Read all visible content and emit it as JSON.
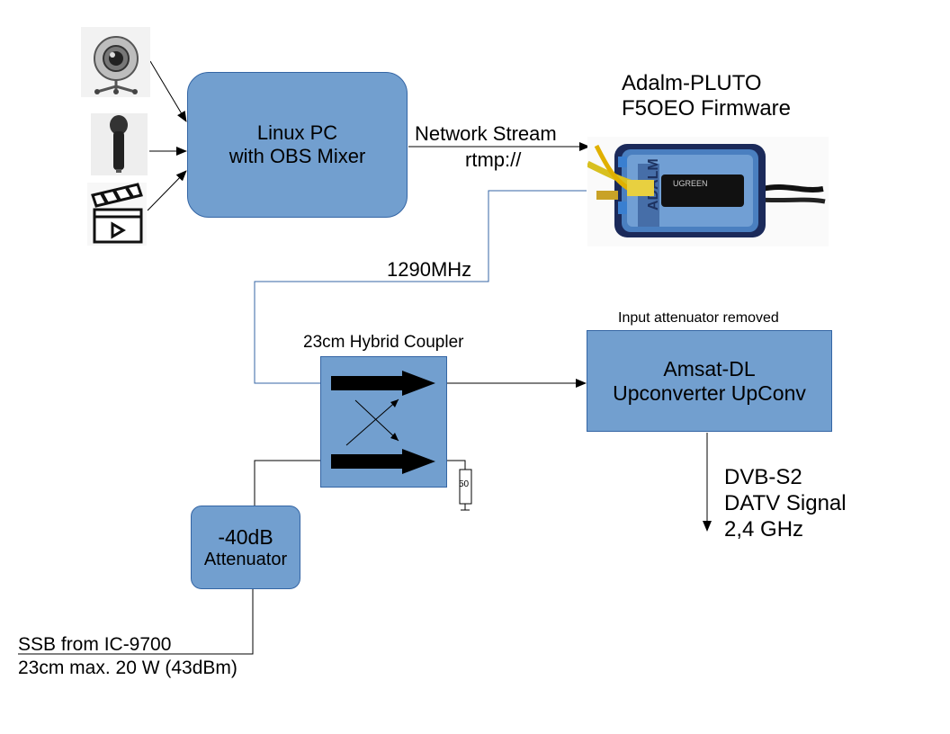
{
  "pc": {
    "line1": "Linux PC",
    "line2": "with OBS Mixer"
  },
  "network": {
    "line1": "Network Stream",
    "line2": "rtmp://"
  },
  "pluto": {
    "line1": "Adalm-PLUTO",
    "line2": "F5OEO Firmware",
    "brand": "UGREEN",
    "device_label": "ADALM"
  },
  "freq_label": "1290MHz",
  "coupler": {
    "title": "23cm Hybrid Coupler",
    "termination": "50"
  },
  "upconverter": {
    "note": "Input attenuator removed",
    "line1": "Amsat-DL",
    "line2": "Upconverter UpConv"
  },
  "output": {
    "line1": "DVB-S2",
    "line2": "DATV Signal",
    "line3": "2,4 GHz"
  },
  "attenuator": {
    "line1": "-40dB",
    "line2": "Attenuator"
  },
  "input": {
    "line1": "SSB from IC-9700",
    "line2": "23cm max. 20 W (43dBm)"
  },
  "icons": [
    "webcam-icon",
    "microphone-icon",
    "clapperboard-icon"
  ],
  "colors": {
    "box_fill": "#729fcf",
    "box_border": "#3465a4",
    "arrow": "#000000"
  }
}
